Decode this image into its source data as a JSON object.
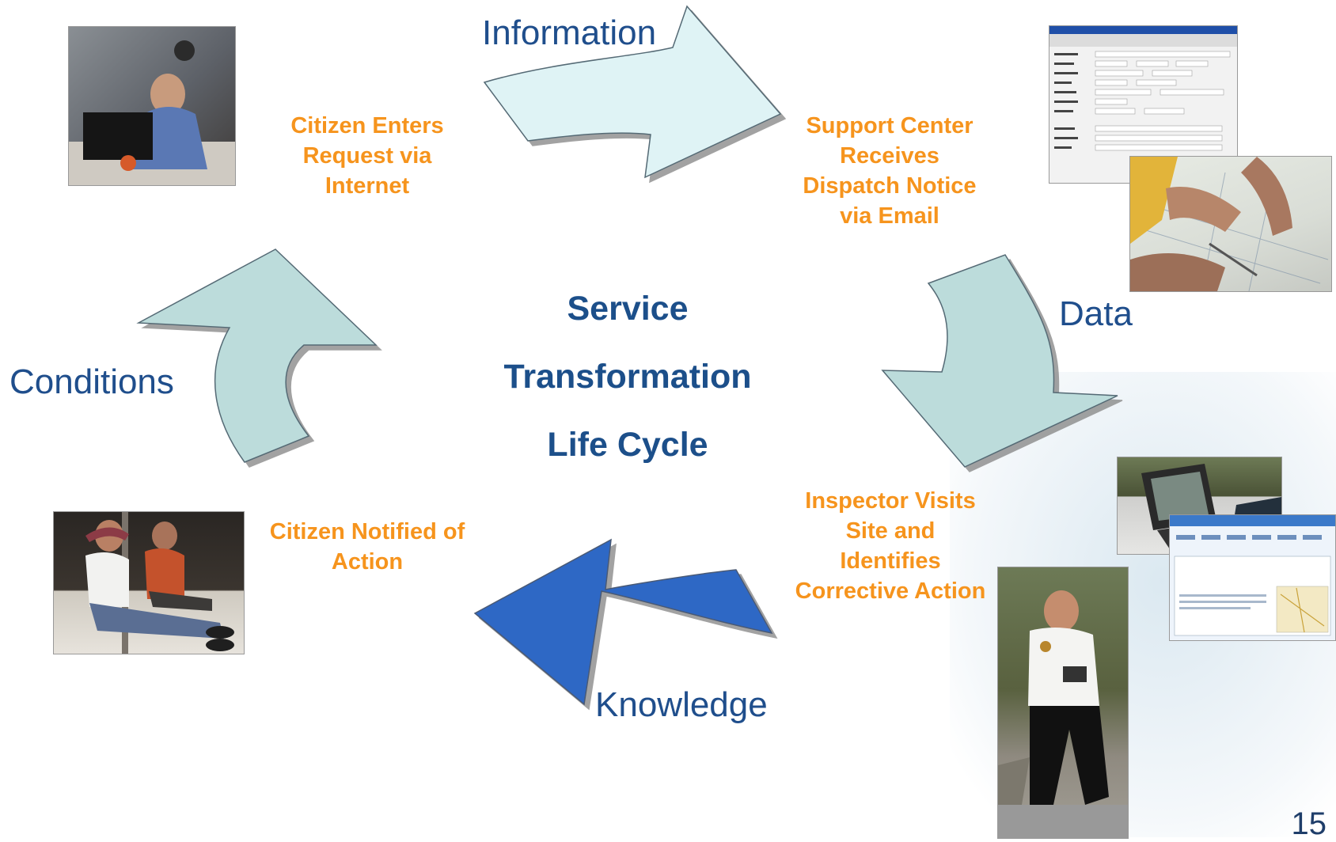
{
  "flows": {
    "information": "Information",
    "data": "Data",
    "knowledge": "Knowledge",
    "conditions": "Conditions"
  },
  "steps": {
    "citizen_enters": [
      "Citizen Enters",
      "Request via",
      "Internet"
    ],
    "support_center": [
      "Support Center",
      "Receives",
      "Dispatch Notice",
      "via Email"
    ],
    "inspector": [
      "Inspector Visits",
      "Site and",
      "Identifies",
      "Corrective Action"
    ],
    "citizen_notified": [
      "Citizen Notified of",
      "Action"
    ]
  },
  "center": {
    "line1": "Service",
    "line2": "Transformation",
    "line3": "Life Cycle"
  },
  "page_number": "15",
  "colors": {
    "flow_text": "#1f4e8c",
    "step_text": "#f6941d",
    "arrow_light_blue": "#dff3f5",
    "arrow_teal": "#bcdcdb",
    "arrow_dark_blue": "#2f67c5"
  }
}
